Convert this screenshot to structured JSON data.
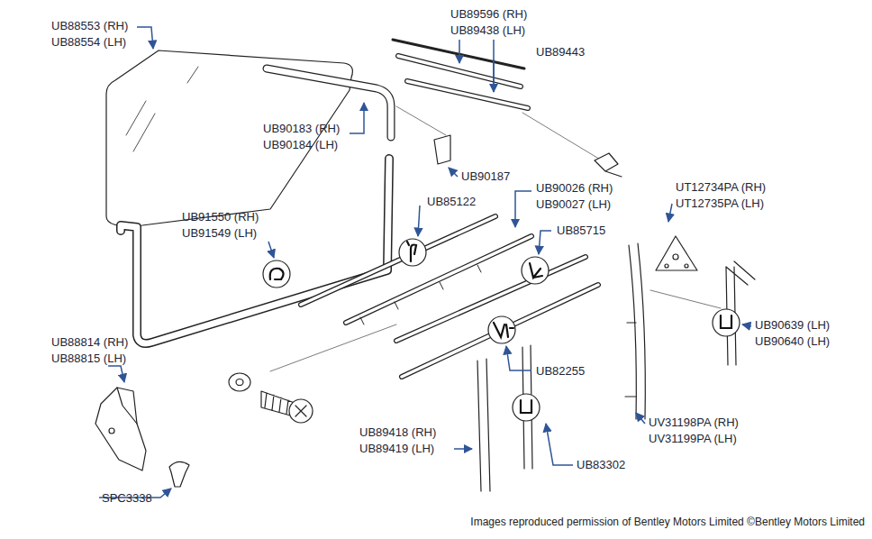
{
  "diagram": {
    "caption": "Images reproduced permission of Bentley Motors Limited ©Bentley Motors Limited",
    "labels": [
      "UB88553 (RH)",
      "UB88554 (LH)",
      "UB89596 (RH)",
      "UB89438 (LH)",
      "UB89443",
      "UB90183 (RH)",
      "UB90184 (LH)",
      "UB90187",
      "UB85122",
      "UB90026 (RH)",
      "UB90027 (LH)",
      "UB85715",
      "UT12734PA (RH)",
      "UT12735PA (LH)",
      "UB91550 (RH)",
      "UB91549 (LH)",
      "UB90639 (LH)",
      "UB90640 (LH)",
      "UB82255",
      "UB88814 (RH)",
      "UB88815 (LH)",
      "UB89418 (RH)",
      "UB89419 (LH)",
      "UB83302",
      "UV31198PA (RH)",
      "UV31199PA (LH)",
      "SPC3338"
    ]
  }
}
